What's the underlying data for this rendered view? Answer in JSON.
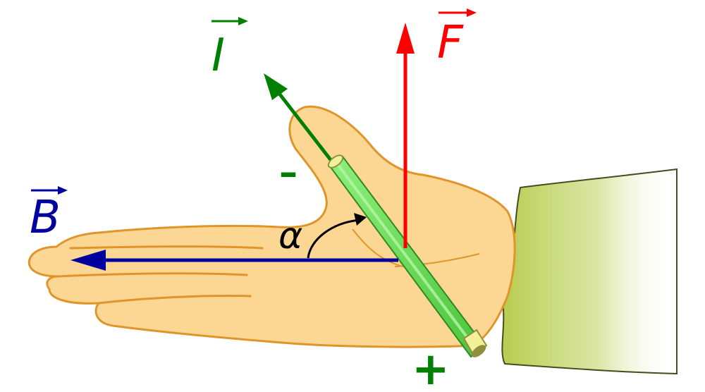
{
  "labels": {
    "current": "I",
    "force": "F",
    "field": "B",
    "angle": "α",
    "minus": "–",
    "plus": "+"
  },
  "colors": {
    "current": "#008000",
    "force": "#ff0000",
    "field": "#0000a0",
    "skin": "#fcd693",
    "skin_outline": "#e0952b",
    "sleeve": "#b7cc4f",
    "conductor": "#66dd55",
    "conductor_dark": "#33a02c",
    "conductor_end": "#f2f099"
  }
}
